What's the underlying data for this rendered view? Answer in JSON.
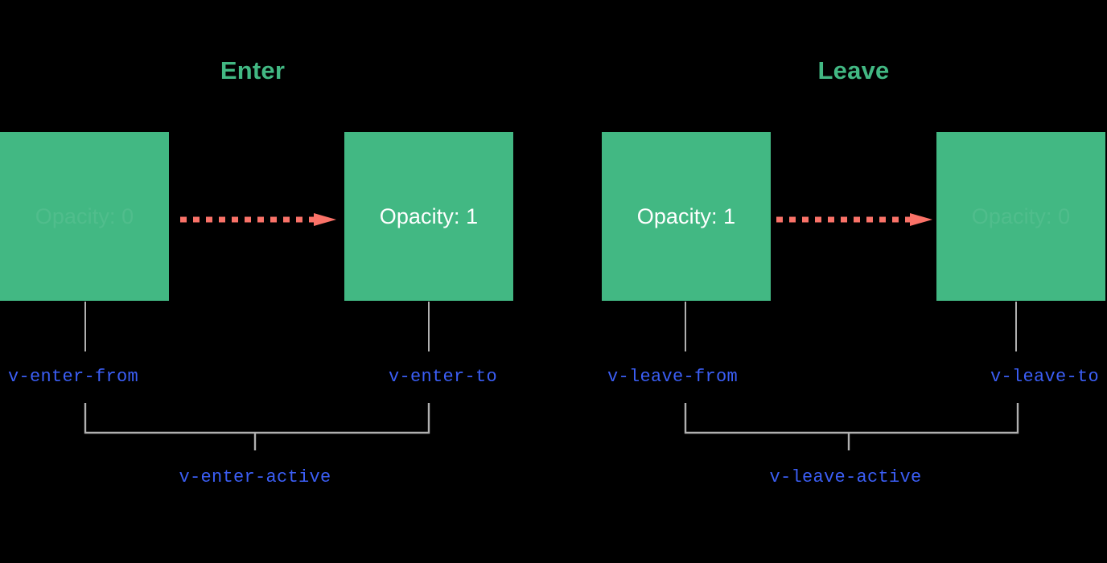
{
  "diagram": {
    "title_enter": "Enter",
    "title_leave": "Leave",
    "colors": {
      "background": "#000000",
      "box_green": "#42b883",
      "arrow_coral": "#fa7268",
      "label_blue": "#3b5ef5",
      "connector_gray": "#b0b0b0",
      "box_text": "#ffffff"
    },
    "enter": {
      "heading": "Enter",
      "from_box": {
        "text": "Opacity: 0",
        "faded": true
      },
      "to_box": {
        "text": "Opacity: 1",
        "faded": false
      },
      "from_label": "v-enter-from",
      "to_label": "v-enter-to",
      "active_label": "v-enter-active"
    },
    "leave": {
      "heading": "Leave",
      "from_box": {
        "text": "Opacity: 1",
        "faded": false
      },
      "to_box": {
        "text": "Opacity: 0",
        "faded": true
      },
      "from_label": "v-leave-from",
      "to_label": "v-leave-to",
      "active_label": "v-leave-active"
    }
  }
}
